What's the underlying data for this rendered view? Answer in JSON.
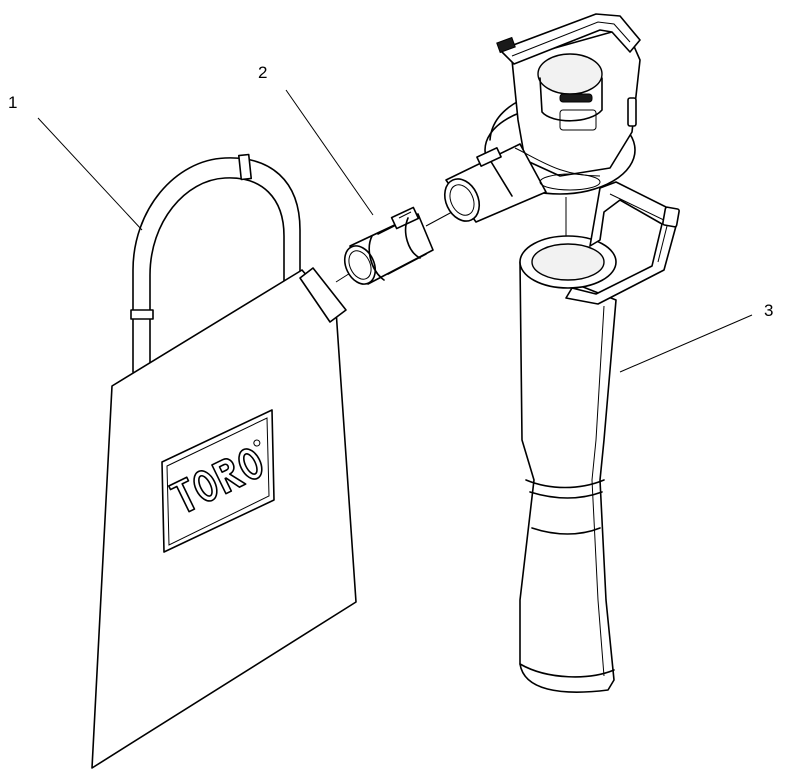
{
  "parts": [
    {
      "callout": "1",
      "depicts": "bag-with-strap"
    },
    {
      "callout": "2",
      "depicts": "coupling-adapter"
    },
    {
      "callout": "3",
      "depicts": "vacuum-tube"
    }
  ],
  "brand_logo_text": "TORO",
  "colors": {
    "line": "#000000",
    "background": "#ffffff"
  }
}
